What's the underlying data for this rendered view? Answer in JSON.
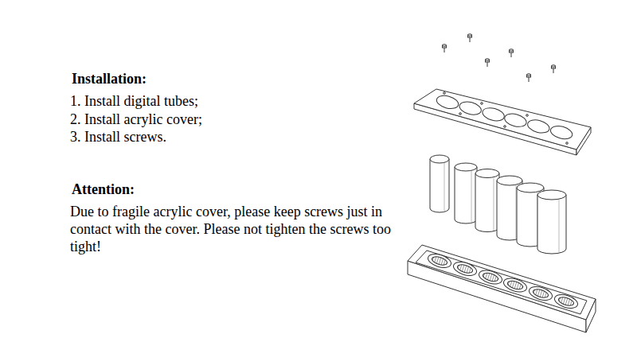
{
  "diagram": {
    "labels": [
      "Installation:",
      "1. Install digital tubes;",
      "2. Install acrylic cover;",
      "3. Install screws.",
      "Attention:",
      "Due to fragile acrylic cover, please keep screws just in contact with the cover. Please not tighten the screws too tight!"
    ]
  }
}
